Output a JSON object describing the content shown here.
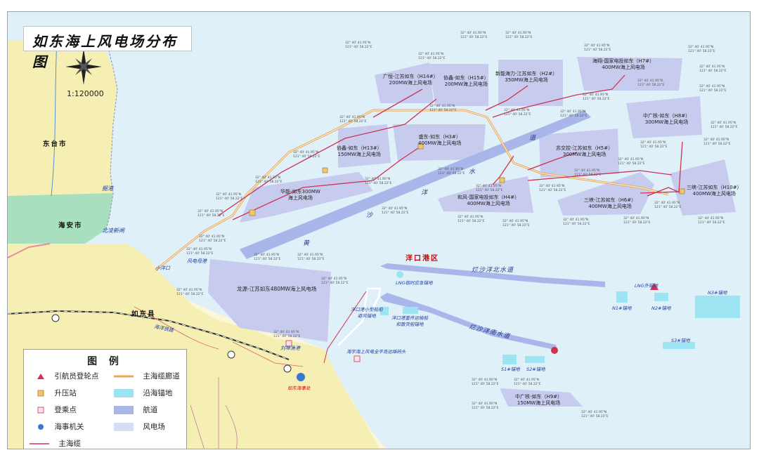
{
  "title": "如东海上风电场分布图",
  "scale": "1:120000",
  "places": {
    "dongtai": "东台市",
    "haian": "海安市",
    "rudong": "如东县",
    "yangkou_port": "洋口港区"
  },
  "small_places": {
    "fenggang": "掘港",
    "beiling_xinzha": "北凌新闸",
    "xiaoyangkou": "小洋口",
    "fengdian_matou": "风电母港",
    "liuqiao_yugang": "刘埠渔港",
    "rudong_haishichu": "如东海事处",
    "haiyang_railway": "海洋铁路"
  },
  "channels": {
    "huangsha": [
      "黄",
      "沙",
      "洋",
      "水",
      "道"
    ],
    "north": "烂沙洋北水道",
    "south": "烂沙洋南水道"
  },
  "anchorages": {
    "lng_temp": "LNG临时应急锚地",
    "xiaoxing": [
      "洋口港小型船舶",
      "避风锚地"
    ],
    "heavy": [
      "洋口港重件运输船",
      "和散货船锚地"
    ],
    "lng_out": "LNG外锚地",
    "n1": "N1#锚地",
    "n2": "N2#锚地",
    "n3": "N3#锚地",
    "s1": "S1#锚地",
    "s2": "S2#锚地",
    "s3": "S3#锚地",
    "island_base": "海宇海上风电全平岛运维码头"
  },
  "windfarms": [
    {
      "id": "h14",
      "line1": "广恒-江苏如东（H14#）",
      "line2": "200MW海上风电场"
    },
    {
      "id": "h15",
      "line1": "协鑫-如东（H15#）",
      "line2": "200MW海上风电场"
    },
    {
      "id": "h2",
      "line1": "新能海力-江苏如东（H2#）",
      "line2": "350MW海上风电场"
    },
    {
      "id": "h7",
      "line1": "海翔-国家电投如东（H7#）",
      "line2": "400MW海上风电场"
    },
    {
      "id": "h13",
      "line1": "协鑫-如东（H13#）",
      "line2": "150MW海上风电场"
    },
    {
      "id": "h3",
      "line1": "盛东-如东（H3#）",
      "line2": "400MW海上风电场"
    },
    {
      "id": "h8",
      "line1": "中广核-如东（H8#）",
      "line2": "300MW海上风电场"
    },
    {
      "id": "hr",
      "line1": "华能-如东300MW",
      "line2": "海上风电场"
    },
    {
      "id": "h5",
      "line1": "苏交控-江苏如东（H5#）",
      "line2": "300MW海上风电场"
    },
    {
      "id": "h4",
      "line1": "和风-国家电投如东（H4#）",
      "line2": "400MW海上风电场"
    },
    {
      "id": "h10",
      "line1": "三峡-江苏如东（H10#）",
      "line2": "400MW海上风电场"
    },
    {
      "id": "h6",
      "line1": "三峡-江苏如东（H6#）",
      "line2": "400MW海上风电场"
    },
    {
      "id": "ly",
      "line1": "龙源-江苏如东480MW海上风电场",
      "line2": ""
    },
    {
      "id": "h9",
      "line1": "中广核-如东（H9#）",
      "line2": "150MW海上风电场"
    }
  ],
  "coord_sample": "32° 40' 41.95\"N\n121° 40' 58.22\"E",
  "legend": {
    "title": "图 例",
    "items": [
      {
        "label": "引航员登轮点",
        "symbol": "pilot-icon"
      },
      {
        "label": "主海缆廊道",
        "symbol": "cable-corridor-line",
        "color": "#e8a85a"
      },
      {
        "label": "升压站",
        "symbol": "substation-icon"
      },
      {
        "label": "沿海锚地",
        "symbol": "anchorage-swatch",
        "color": "#9ee3f2"
      },
      {
        "label": "登乘点",
        "symbol": "boarding-icon"
      },
      {
        "label": "航道",
        "symbol": "channel-swatch",
        "color": "#a9b6ea"
      },
      {
        "label": "海事机关",
        "symbol": "maritime-office-icon"
      },
      {
        "label": "风电场",
        "symbol": "windfarm-swatch",
        "color": "#d8dcf4"
      },
      {
        "label": "主海缆",
        "symbol": "main-cable-line",
        "color": "#cc3355"
      }
    ]
  },
  "colors": {
    "sea": "#dff0f8",
    "land": "#f6efb4",
    "green_land": "#a8e0bf",
    "windfarm": "#c7ccef",
    "channel": "#a9b6ea",
    "cable": "#cc3355",
    "corridor": "#e8a85a",
    "anchorage": "#9ee3f2"
  }
}
